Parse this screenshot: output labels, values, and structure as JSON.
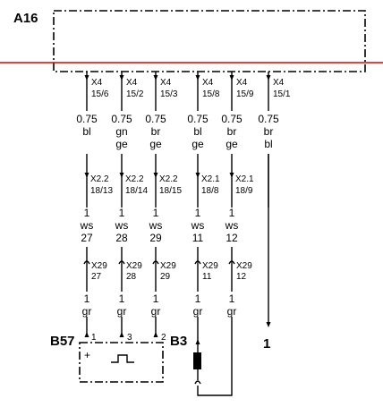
{
  "components": {
    "a16": "A16",
    "b57": "B57",
    "b3": "B3",
    "ref_1": "1"
  },
  "b57_pins": [
    "1",
    "3",
    "2"
  ],
  "b57_polarity": "+",
  "wires": [
    {
      "conn_top": "X4",
      "pin_top": "15/6",
      "gauge": "0.75",
      "c1": "bl",
      "c2": "",
      "conn_mid": "X2.2",
      "pin_mid": "18/13",
      "t1": "1",
      "t2": "ws",
      "t3": "27",
      "conn_low": "X29",
      "pin_low": "27",
      "b1": "1",
      "b2": "gr"
    },
    {
      "conn_top": "X4",
      "pin_top": "15/2",
      "gauge": "0.75",
      "c1": "gn",
      "c2": "ge",
      "conn_mid": "X2.2",
      "pin_mid": "18/14",
      "t1": "1",
      "t2": "ws",
      "t3": "28",
      "conn_low": "X29",
      "pin_low": "28",
      "b1": "1",
      "b2": "gr"
    },
    {
      "conn_top": "X4",
      "pin_top": "15/3",
      "gauge": "0.75",
      "c1": "br",
      "c2": "ge",
      "conn_mid": "X2.2",
      "pin_mid": "18/15",
      "t1": "1",
      "t2": "ws",
      "t3": "29",
      "conn_low": "X29",
      "pin_low": "29",
      "b1": "1",
      "b2": "gr"
    },
    {
      "conn_top": "X4",
      "pin_top": "15/8",
      "gauge": "0.75",
      "c1": "bl",
      "c2": "ge",
      "conn_mid": "X2.1",
      "pin_mid": "18/8",
      "t1": "1",
      "t2": "ws",
      "t3": "11",
      "conn_low": "X29",
      "pin_low": "11",
      "b1": "1",
      "b2": "gr"
    },
    {
      "conn_top": "X4",
      "pin_top": "15/9",
      "gauge": "0.75",
      "c1": "br",
      "c2": "ge",
      "conn_mid": "X2.1",
      "pin_mid": "18/9",
      "t1": "1",
      "t2": "ws",
      "t3": "12",
      "conn_low": "X29",
      "pin_low": "12",
      "b1": "1",
      "b2": "gr"
    },
    {
      "conn_top": "X4",
      "pin_top": "15/1",
      "gauge": "0.75",
      "c1": "br",
      "c2": "bl",
      "conn_mid": "",
      "pin_mid": "",
      "t1": "",
      "t2": "",
      "t3": "",
      "conn_low": "",
      "pin_low": "",
      "b1": "",
      "b2": ""
    }
  ],
  "colors": {
    "line": "#000000",
    "marker": "#e00000",
    "background": "#ffffff"
  }
}
